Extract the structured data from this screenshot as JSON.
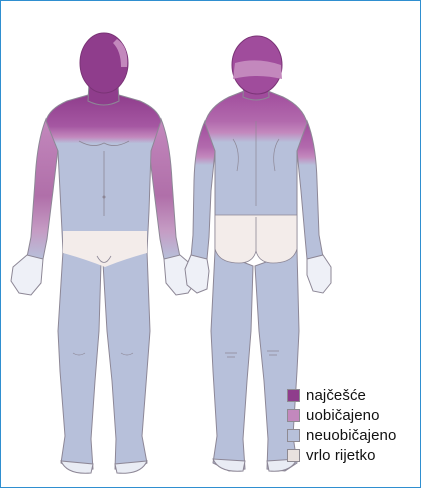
{
  "colors": {
    "najcesce": "#8f3d8c",
    "uobicajeno": "#c388bd",
    "neuobicajeno": "#b7c0da",
    "vrlo_rijetko": "#f3ecea",
    "outline": "#8d8796",
    "frame": "#2f8fd0"
  },
  "figures": [
    {
      "view": "front",
      "icon": "human-front-body"
    },
    {
      "view": "back",
      "icon": "human-back-body"
    }
  ],
  "legend": {
    "items": [
      {
        "label": "najčešće",
        "color": "#8f3d8c"
      },
      {
        "label": "uobičajeno",
        "color": "#c388bd"
      },
      {
        "label": "neuobičajeno",
        "color": "#b7c0da"
      },
      {
        "label": "vrlo rijetko",
        "color": "#e9e1df"
      }
    ]
  }
}
